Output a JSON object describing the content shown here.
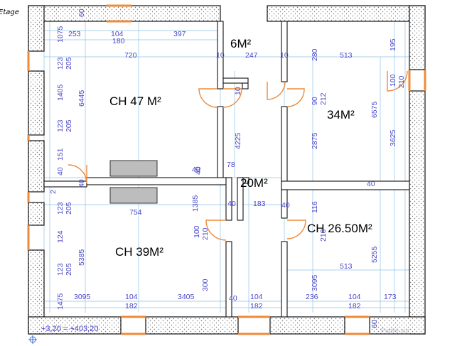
{
  "title": "Etage",
  "rooms": {
    "ch47": "CH 47 M²",
    "r6": "6M²",
    "r34": "34M²",
    "r20": "20M²",
    "ch39": "CH 39M²",
    "ch26": "CH 26.50M²"
  },
  "dims": {
    "top_60": "60",
    "d253": "253",
    "d104a": "104",
    "d180": "180",
    "d397": "397",
    "d720": "720",
    "d10a": "10",
    "d247": "247",
    "d10b": "10",
    "d280": "280",
    "d513a": "513",
    "d195": "195",
    "d100a": "100",
    "d210a": "210",
    "d107": "1075",
    "d123a": "123",
    "d205a": "205",
    "d140": "1405",
    "d644": "6445",
    "d123b": "123",
    "d205b": "205",
    "d151": "151",
    "d40a": "40",
    "d10c": "10",
    "d90": "90",
    "d212": "212",
    "d657": "6575",
    "d422": "4225",
    "d287": "2875",
    "d362": "3625",
    "d78": "78",
    "d40b": "40",
    "d40c": "40",
    "d40d": "40",
    "d40e": "40",
    "d2": "2",
    "d123c": "123",
    "d205c": "205",
    "d754": "754",
    "d138": "1385",
    "d40f": "40",
    "d183": "183",
    "d40g": "40",
    "d116": "116",
    "d100b": "100",
    "d210b": "210",
    "d124": "124",
    "d538": "5385",
    "d513b": "513",
    "d525": "5255",
    "d123d": "123",
    "d205d": "205",
    "d300": "300",
    "d309a": "3095",
    "d147": "1475",
    "d309b": "3095",
    "d104b": "104",
    "d182a": "182",
    "d340": "3405",
    "d40h": "40",
    "d104c": "104",
    "d182b": "182",
    "d236": "236",
    "d104d": "104",
    "d182c": "182",
    "d173": "173",
    "d60b": "60",
    "d210c": "210"
  },
  "footer": "+3,20 = +403,20",
  "watermark": "Publié sur"
}
